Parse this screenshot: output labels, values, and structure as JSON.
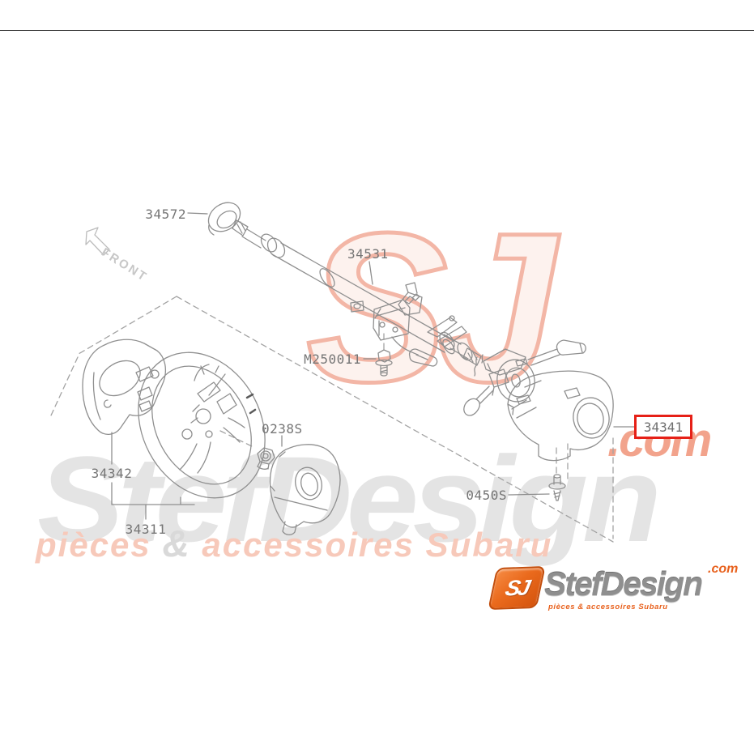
{
  "diagram": {
    "front_label": "FRONT",
    "highlight_color": "#e62017",
    "line_color": "#8f8f8f",
    "parts": [
      {
        "id": "seal",
        "number": "34572"
      },
      {
        "id": "column-assembly",
        "number": "34531"
      },
      {
        "id": "flange-bolt",
        "number": "M250011"
      },
      {
        "id": "steering-nut",
        "number": "0238S"
      },
      {
        "id": "wheel-lower-cover",
        "number": "34342"
      },
      {
        "id": "steering-wheel",
        "number": "34311"
      },
      {
        "id": "tapping-screw",
        "number": "0450S"
      },
      {
        "id": "column-cover",
        "number": "34341",
        "highlighted": true
      }
    ]
  },
  "watermark": {
    "monogram": "SJ",
    "brand": "StefDesign",
    "tld": ".com",
    "tagline_left": "pièces",
    "tagline_amp": "&",
    "tagline_right": "accessoires Subaru"
  },
  "logo": {
    "monogram": "SJ",
    "brand": "StefDesign",
    "tld": ".com",
    "tagline": "pièces & accessoires Subaru"
  }
}
